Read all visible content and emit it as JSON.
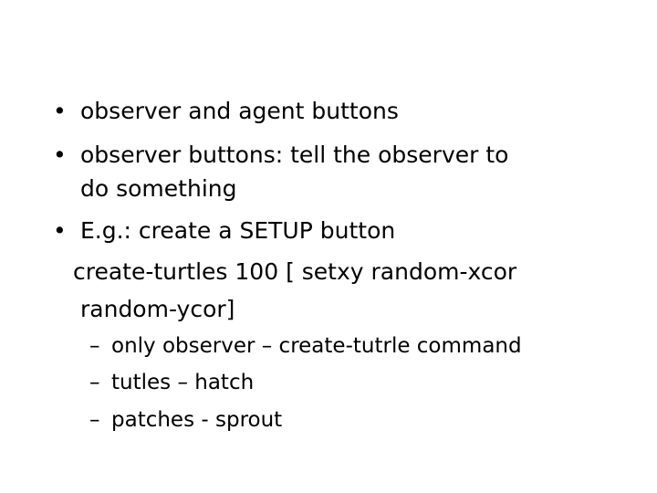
{
  "bullets": [
    {
      "marker": "•",
      "lines": [
        "observer and agent buttons"
      ]
    },
    {
      "marker": "•",
      "lines": [
        "observer buttons: tell the observer  to",
        "do something"
      ]
    },
    {
      "marker": "•",
      "lines": [
        "E.g.: create a SETUP button"
      ]
    }
  ],
  "code_lines": [
    "create-turtles 100 [ setxy random-xcor",
    "random-ycor]"
  ],
  "sub_bullets": [
    {
      "marker": "–",
      "text": "only observer – create-tutrle command"
    },
    {
      "marker": "–",
      "text": "tutles – hatch"
    },
    {
      "marker": "–",
      "text": "patches - sprout"
    }
  ]
}
